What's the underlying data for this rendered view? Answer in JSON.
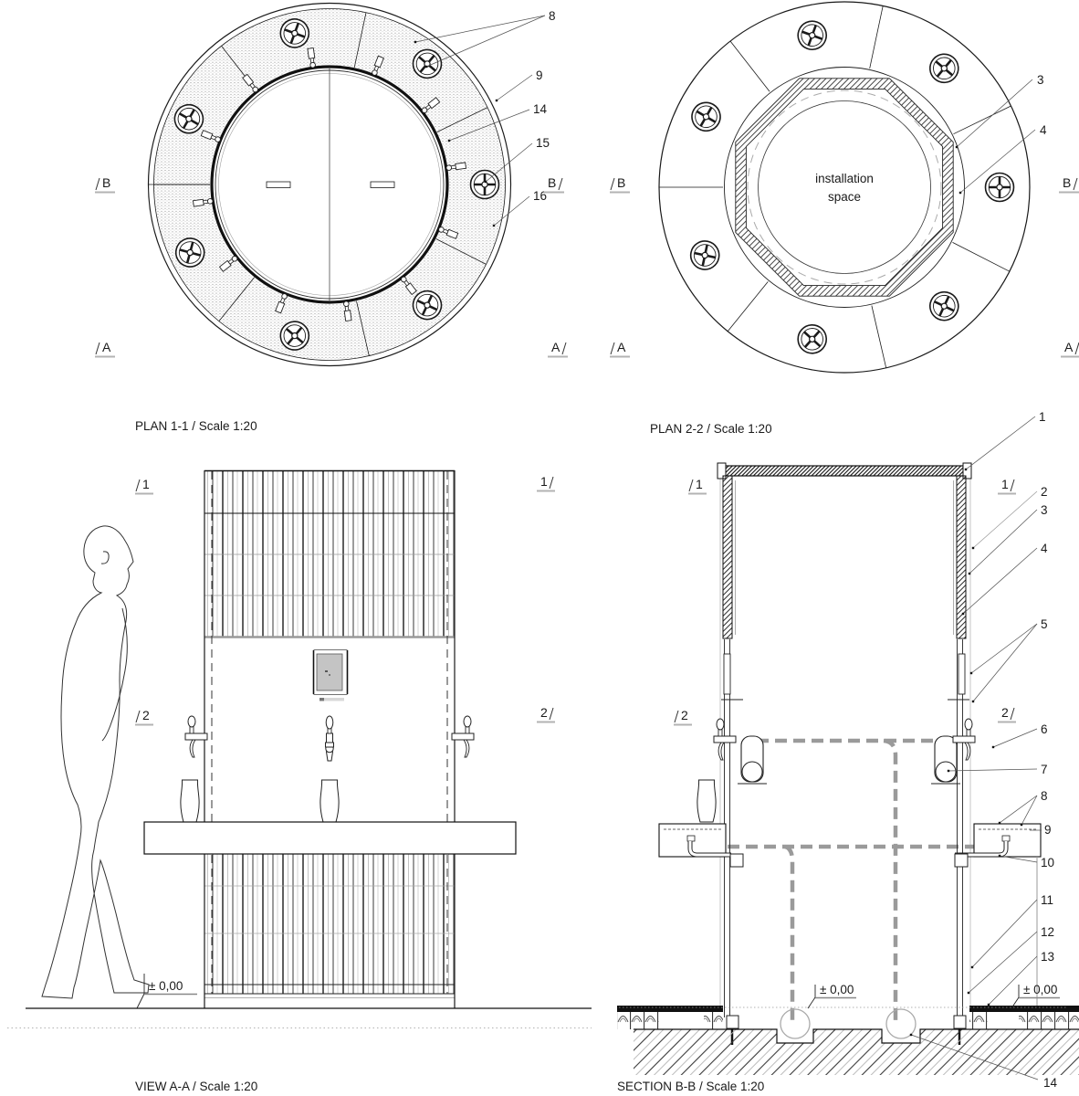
{
  "plan_1_1": {
    "title": "PLAN 1-1 / Scale 1:20",
    "section_markers": {
      "b_left": "B",
      "b_right": "B",
      "a_left": "A",
      "a_right": "A"
    },
    "callouts": [
      {
        "label": "8"
      },
      {
        "label": "9"
      },
      {
        "label": "14"
      },
      {
        "label": "15"
      },
      {
        "label": "16"
      }
    ]
  },
  "plan_2_2": {
    "title": "PLAN 2-2 / Scale 1:20",
    "center_label": {
      "line1": "installation",
      "line2": "space"
    },
    "section_markers": {
      "b_left": "B",
      "b_right": "B",
      "a_left": "A",
      "a_right": "A"
    },
    "callouts": [
      {
        "label": "3"
      },
      {
        "label": "4"
      }
    ]
  },
  "view_a_a": {
    "title": "VIEW A-A / Scale 1:20",
    "level_marker": "± 0,00",
    "section_markers": {
      "one_left": "1",
      "one_right": "1",
      "two_left": "2",
      "two_right": "2"
    }
  },
  "section_b_b": {
    "title": "SECTION B-B / Scale 1:20",
    "level_marker_inner": "± 0,00",
    "level_marker_outer": "± 0,00",
    "section_markers": {
      "one_left": "1",
      "one_right": "1",
      "two_left": "2",
      "two_right": "2"
    },
    "callouts": [
      {
        "label": "1"
      },
      {
        "label": "2"
      },
      {
        "label": "3"
      },
      {
        "label": "4"
      },
      {
        "label": "5"
      },
      {
        "label": "6"
      },
      {
        "label": "7"
      },
      {
        "label": "8"
      },
      {
        "label": "9"
      },
      {
        "label": "10"
      },
      {
        "label": "11"
      },
      {
        "label": "12"
      },
      {
        "label": "13"
      },
      {
        "label": "14"
      }
    ]
  }
}
